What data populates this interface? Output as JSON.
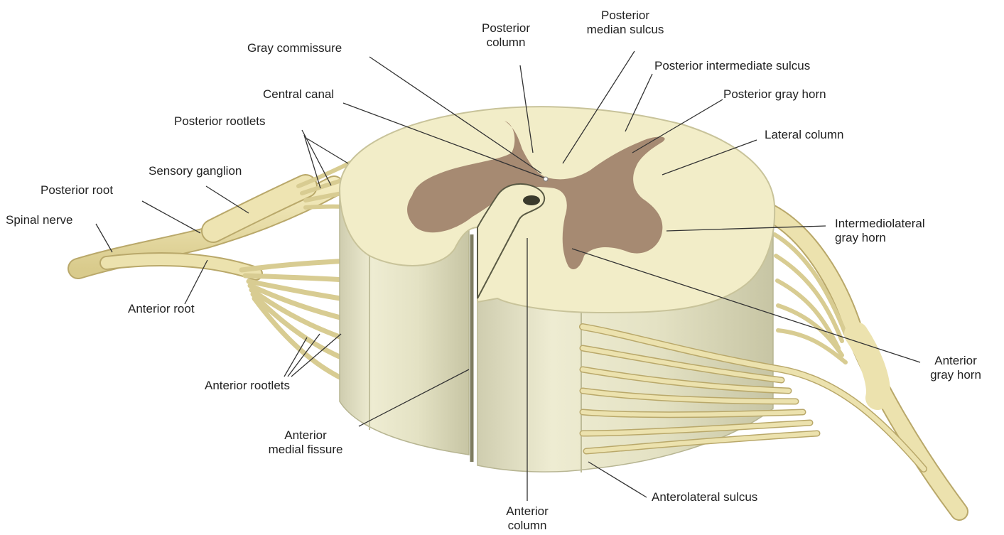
{
  "diagram": {
    "labels": {
      "gray_commissure": "Gray commissure",
      "posterior_column": [
        "Posterior",
        "column"
      ],
      "posterior_median_sulcus": [
        "Posterior",
        "median sulcus"
      ],
      "posterior_intermediate_sulcus": "Posterior intermediate sulcus",
      "central_canal": "Central canal",
      "posterior_gray_horn": "Posterior gray horn",
      "posterior_rootlets": "Posterior rootlets",
      "lateral_column": "Lateral column",
      "sensory_ganglion": "Sensory ganglion",
      "posterior_root": "Posterior root",
      "spinal_nerve": "Spinal nerve",
      "intermediolateral_gray_horn": [
        "Intermediolateral",
        "gray horn"
      ],
      "anterior_root": "Anterior root",
      "anterior_rootlets": "Anterior rootlets",
      "anterior_gray_horn": [
        "Anterior",
        "gray horn"
      ],
      "anterior_medial_fissure": [
        "Anterior",
        "medial fissure"
      ],
      "anterolateral_sulcus": "Anterolateral sulcus",
      "anterior_column": [
        "Anterior",
        "column"
      ]
    },
    "colors": {
      "white_matter": "#f2edc8",
      "white_matter_side": "#e6e4c6",
      "white_matter_shadow": "#c9c7a6",
      "gray_matter": "#a68a72",
      "nerve": "#ece2ae",
      "nerve_edge": "#b9a86a",
      "leader_line": "#333333"
    }
  }
}
